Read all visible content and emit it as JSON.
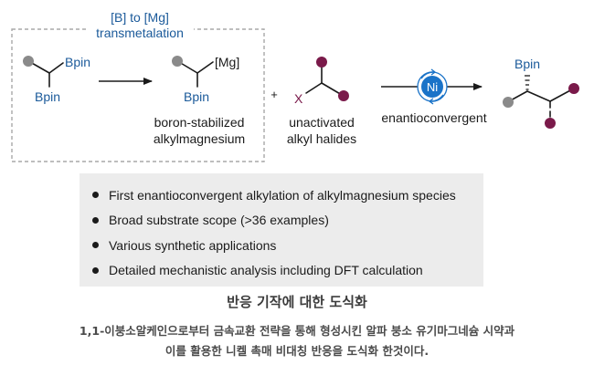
{
  "scheme": {
    "box_title_line1": "[B] to [Mg]",
    "box_title_line2": "transmetalation",
    "bpin": "Bpin",
    "mg": "[Mg]",
    "x_label": "X",
    "plus": "+",
    "ni": "Ni",
    "bpin_product": "Bpin",
    "label_reagent_line1": "boron-stabilized",
    "label_reagent_line2": "alkylmagnesium",
    "label_halide_line1": "unactivated",
    "label_halide_line2": "alkyl halides",
    "label_enantio": "enantioconvergent",
    "colors": {
      "blue": "#1b5a9a",
      "purple": "#7a1a4a",
      "gray_ball": "#8a8a8a",
      "ni_fill": "#1a73c8"
    }
  },
  "bullets": [
    "First enantioconvergent alkylation of alkylmagnesium species",
    "Broad substrate scope (>36 examples)",
    "Various synthetic applications",
    "Detailed mechanistic analysis including DFT calculation"
  ],
  "caption": {
    "title": "반응 기작에 대한 도식화",
    "line1": "1,1-이붕소알케인으로부터 금속교환 전략을 통해 형성시킨 알파 붕소 유기마그네슘 시약과",
    "line2": "이를 활용한 니켈 촉매 비대칭 반응을 도식화 한것이다."
  }
}
